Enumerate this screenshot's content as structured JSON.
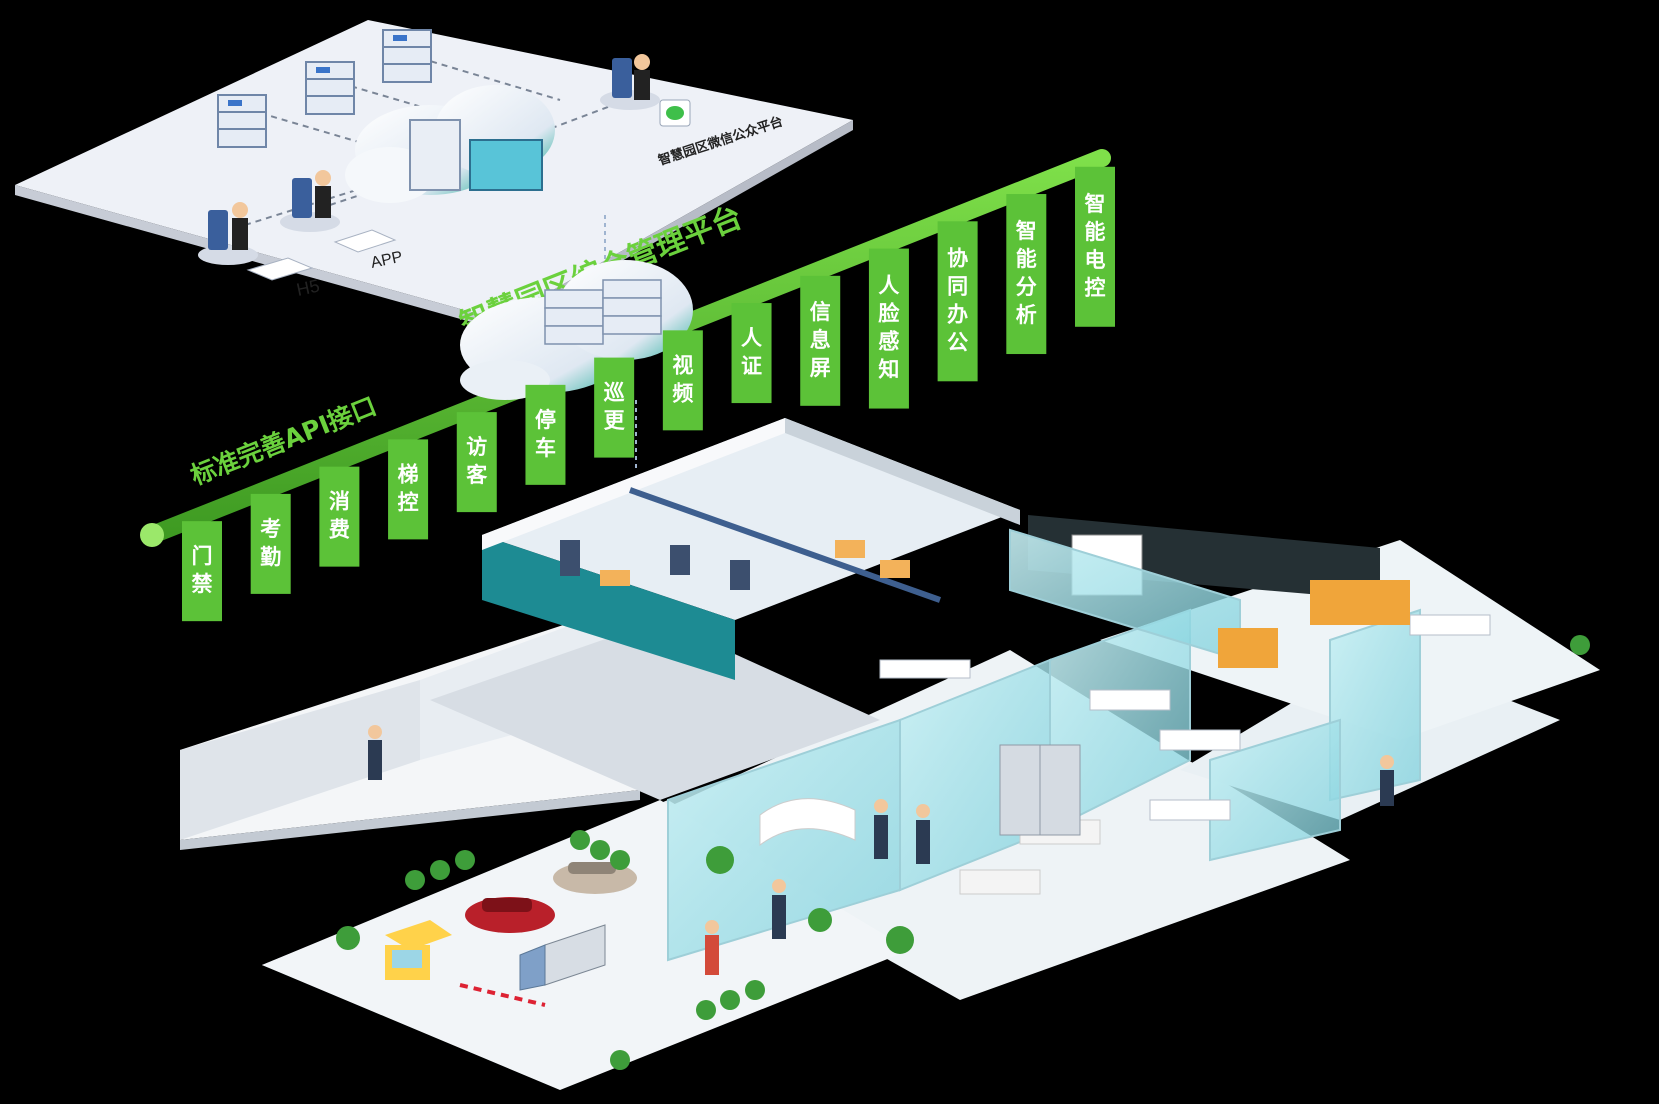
{
  "top_platform": {
    "labels": {
      "h5": "H5",
      "app": "APP",
      "wechat": "智慧园区微信公众平台"
    }
  },
  "bar": {
    "title": "智慧园区综合管理平台",
    "api_label": "标准完善API接口",
    "modules": [
      {
        "label": "门禁"
      },
      {
        "label": "考勤"
      },
      {
        "label": "消费"
      },
      {
        "label": "梯控"
      },
      {
        "label": "访客"
      },
      {
        "label": "停车"
      },
      {
        "label": "巡更"
      },
      {
        "label": "视频"
      },
      {
        "label": "人证"
      },
      {
        "label": "信息屏"
      },
      {
        "label": "人脸感知"
      },
      {
        "label": "协同办公"
      },
      {
        "label": "智能分析"
      },
      {
        "label": "智能电控"
      }
    ]
  },
  "colors": {
    "background": "#000000",
    "accent_green": "#5cc238",
    "bar_green": "#6bd13d",
    "platform_top": "#eef1f7",
    "glass": "#a9e3ea",
    "teal_wall": "#1f8f8f"
  },
  "icons": [
    "server-icon",
    "cloud-icon",
    "person-icon",
    "wechat-icon",
    "car-icon",
    "truck-icon",
    "tree-icon"
  ]
}
